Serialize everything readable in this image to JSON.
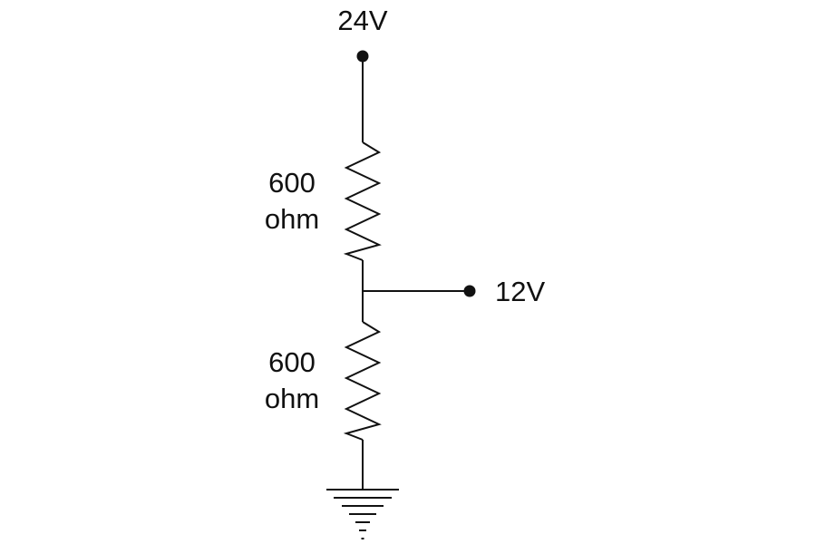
{
  "supply": {
    "label": "24V"
  },
  "resistors": [
    {
      "value": "600",
      "unit": "ohm"
    },
    {
      "value": "600",
      "unit": "ohm"
    }
  ],
  "output": {
    "label": "12V"
  },
  "ground": {
    "icon": "ground-icon"
  },
  "colors": {
    "ink": "#111111",
    "background": "#ffffff"
  }
}
